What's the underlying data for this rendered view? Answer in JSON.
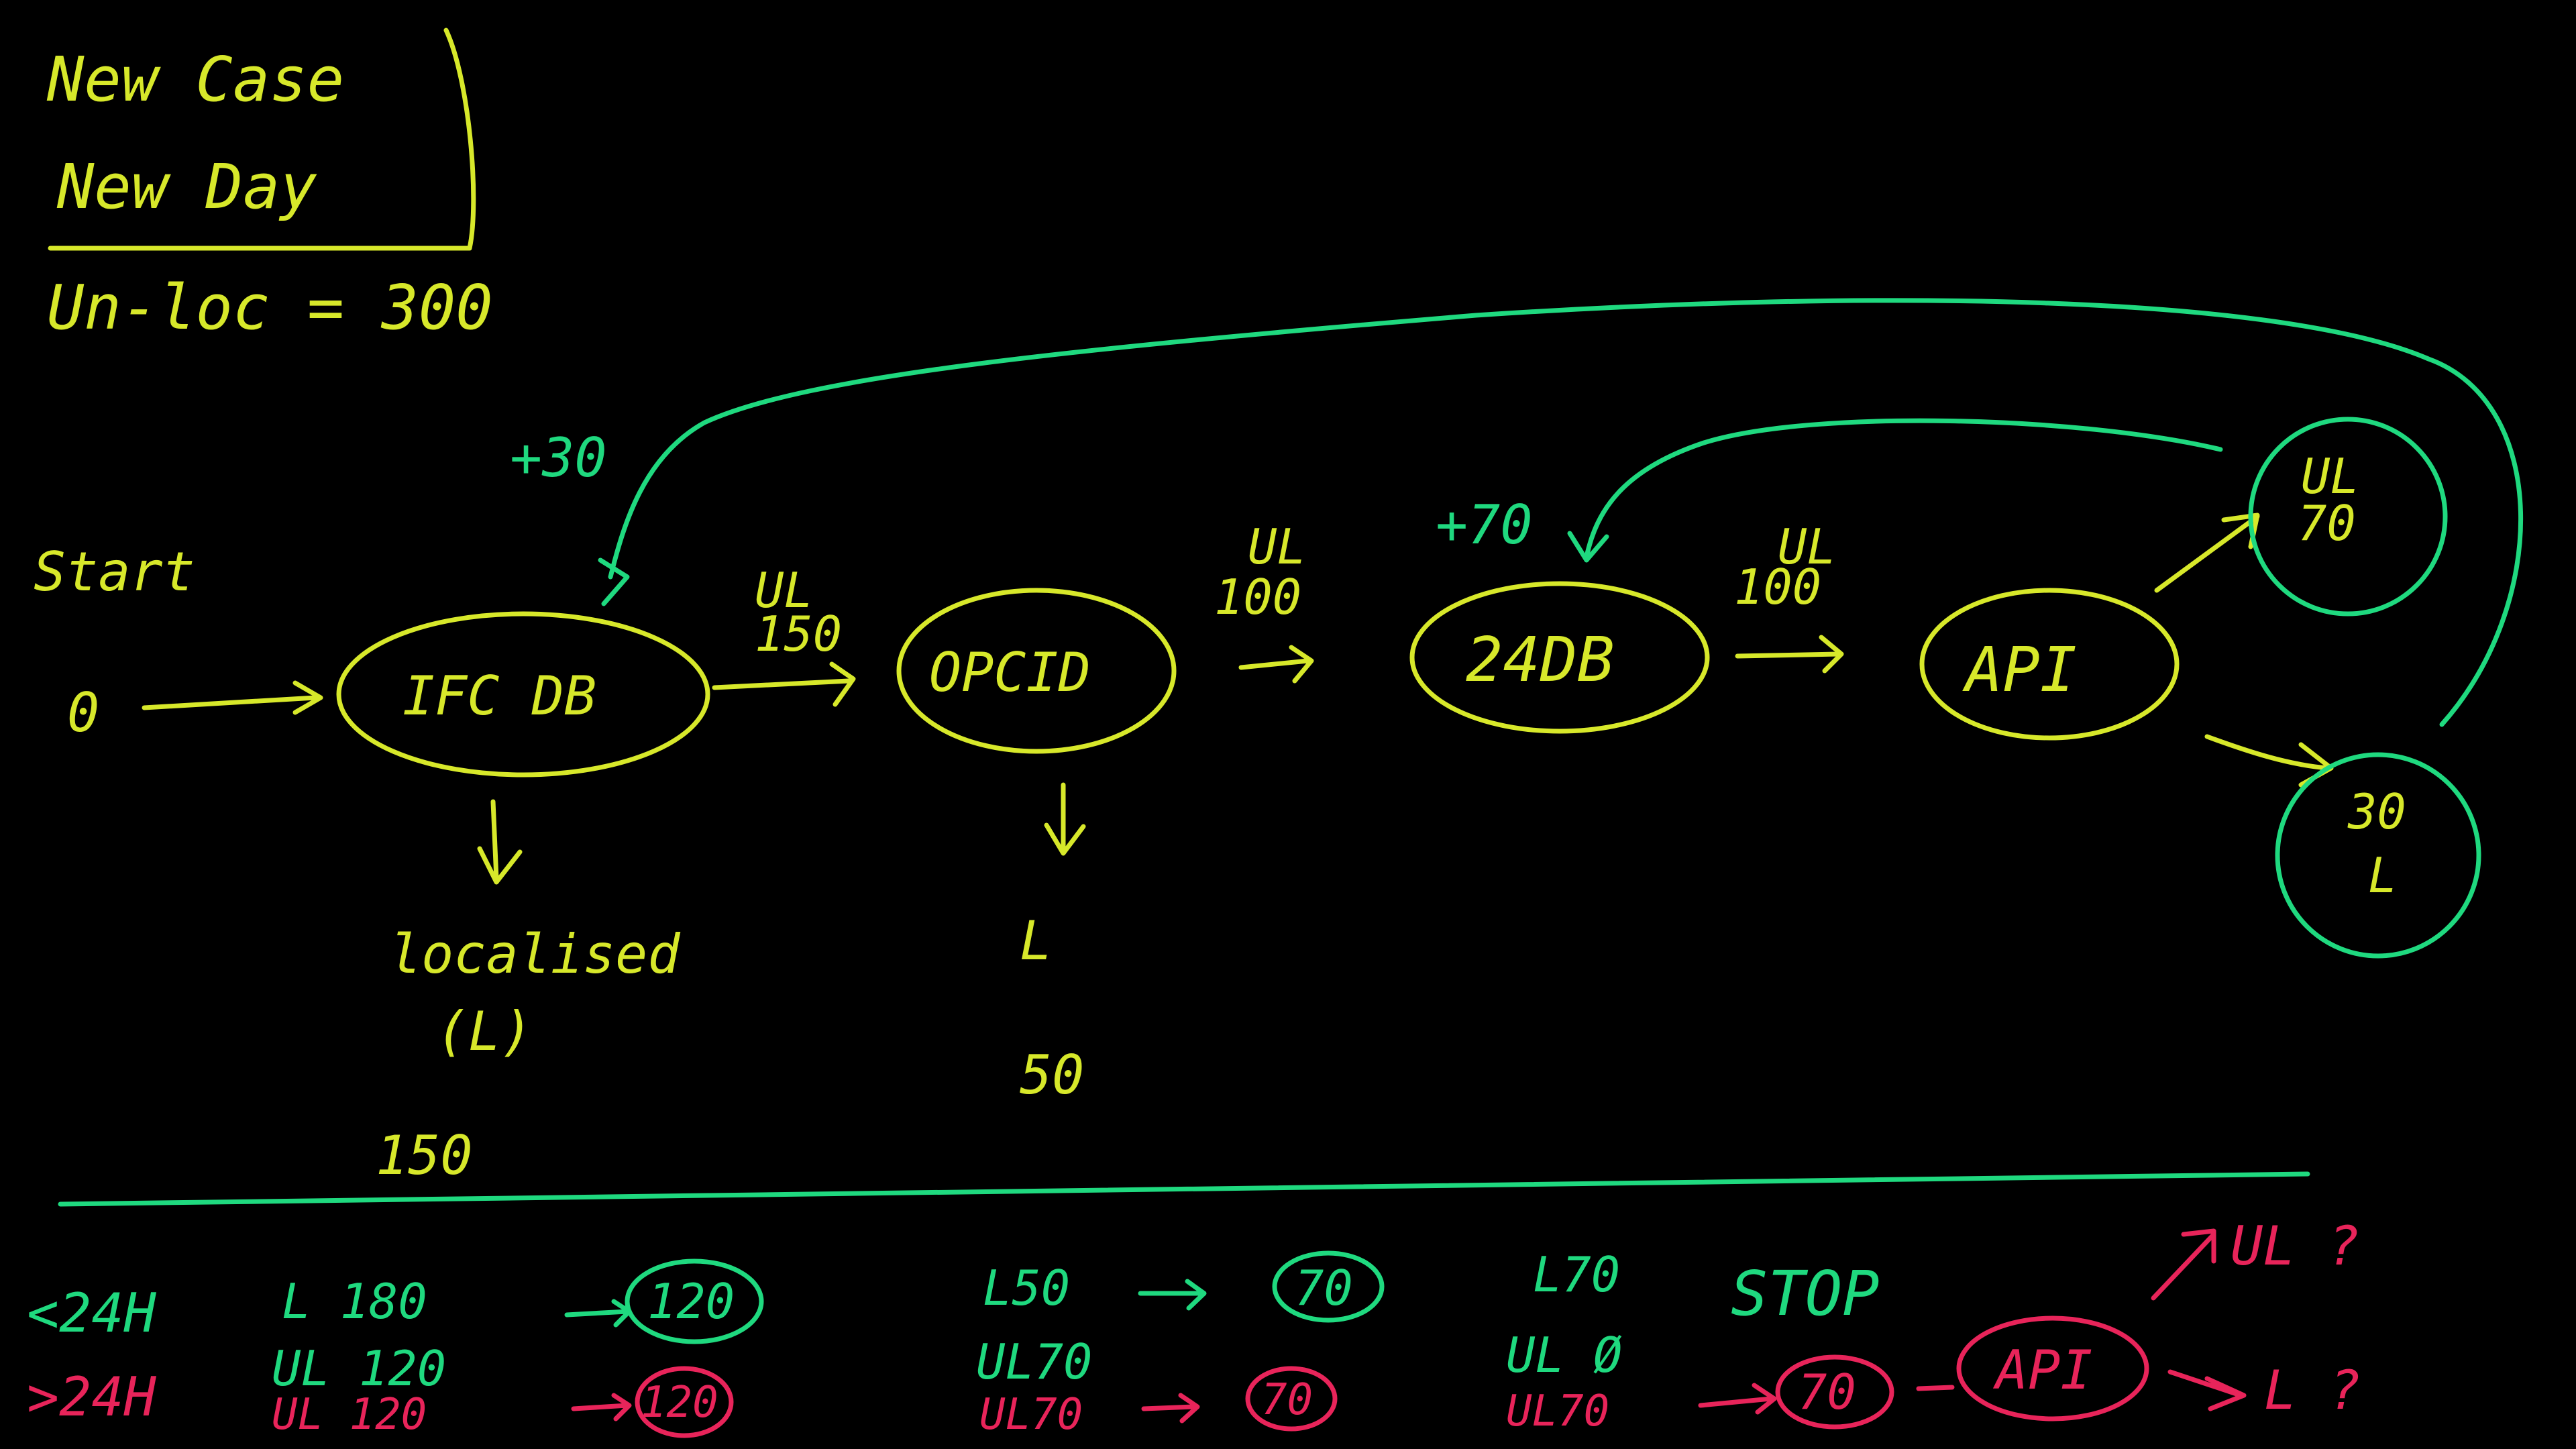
{
  "header": {
    "line1": "New Case",
    "line2": "New Day",
    "unloc": "Un-loc = 300"
  },
  "flow": {
    "start_label": "Start",
    "start_value": "0",
    "plus30": "+30",
    "plus70": "+70",
    "ifc_db": "IFC DB",
    "ifc_ul_label": "UL",
    "ifc_ul_value": "150",
    "localised": "localised",
    "localised_short": "(L)",
    "localised_value": "150",
    "opcid": "OPCID",
    "opcid_ul_label": "UL",
    "opcid_ul_value": "100",
    "opcid_l": "L",
    "opcid_l_value": "50",
    "db24": "24DB",
    "db24_ul_label": "UL",
    "db24_ul_value": "100",
    "api": "API",
    "api_ul_label": "UL",
    "api_ul_value": "70",
    "api_l_value": "30",
    "api_l_label": "L"
  },
  "bottom": {
    "lt24h": "<24H",
    "gt24h": ">24H",
    "col1_l": "L 180",
    "col1_ul": "UL 120",
    "col1_ul_red": "UL 120",
    "col2_green": "120",
    "col2_red": "120",
    "col3_l": "L50",
    "col3_ul": "UL70",
    "col3_ul_red": "UL70",
    "col4_green": "70",
    "col4_red": "70",
    "col5_l": "L70",
    "col5_ul": "UL Ø",
    "col5_ul_red": "UL70",
    "stop": "STOP",
    "red_70": "70",
    "red_api": "API",
    "ul_q": "UL ?",
    "l_q": "L ?"
  },
  "colors": {
    "yellow": "#d7e82a",
    "green": "#1fd97f",
    "red": "#e8245a",
    "background": "#000000"
  }
}
